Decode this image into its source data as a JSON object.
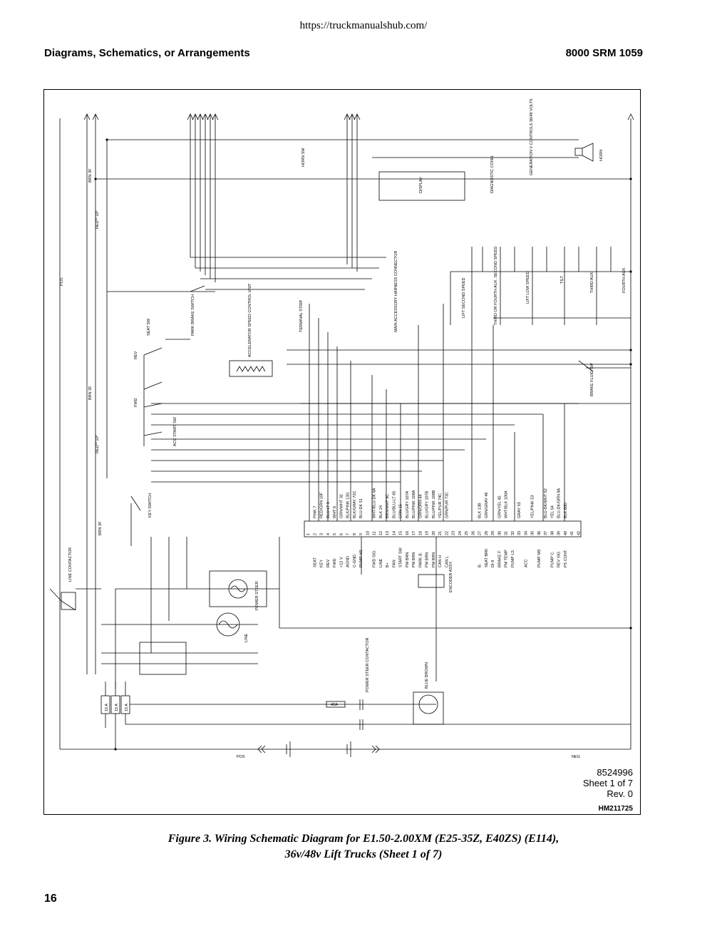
{
  "url": "https://truckmanualshub.com/",
  "header": {
    "section": "Diagrams, Schematics, or Arrangements",
    "doc": "8000 SRM 1059"
  },
  "drawing": {
    "number": "8524996",
    "sheet": "Sheet 1 of 7",
    "rev": "Rev. 0",
    "hm": "HM211725"
  },
  "labels": {
    "pos": "POS",
    "neg": "NEG",
    "brn3f": "BRN 3F",
    "red10": "RED** 10*",
    "horn_sw": "HORN SW",
    "horn": "HORN",
    "display": "DISPLAY",
    "diag_conn": "DIAGNOSTIC CONN.",
    "gen_v": "GENERATION V CONTROLS 36/48 VOLTS",
    "accel": "ACCELERATOR SPEED CONTROL UNIT",
    "terminal_strip": "TERMINAL STRIP",
    "main_acc": "MAIN ACCESSORY HARNESS CONNECTOR",
    "lift_second": "LIFT SECOND SPEED",
    "third_fourth": "THIRD OR FOURTH AUX. SECOND SPEED",
    "lift_low": "LIFT LOW SPEED",
    "tilt": "TILT",
    "third_aux": "THIRD AUX",
    "fourth_aux": "FOURTH AUX.",
    "seat_sw": "SEAT SW",
    "park_brake": "PARK BRAKE SWITCH",
    "key_switch": "KEY SWITCH",
    "brake_fluid": "BRAKE FLUID SW",
    "line_contactor": "LINE CONTACTOR",
    "power_steer": "POWER STEER",
    "line": "LINE",
    "encoder": "ENCODER ASSY.",
    "ps_contactor": "POWER STEER CONTACTOR",
    "blue_brown": "BLUE BROWN",
    "fuse": "15 A",
    "fuse40": "40A",
    "fwd": "FWD",
    "rev": "REV",
    "acc_start": "ACC START SW"
  },
  "pins": [
    {
      "n": "1",
      "wire": "",
      "func": ""
    },
    {
      "n": "2",
      "wire": "PINK 7",
      "func": "SEAT"
    },
    {
      "n": "3",
      "wire": "RED/GRN 10F",
      "func": "KEY"
    },
    {
      "n": "4",
      "wire": "BLU-LT 8",
      "func": "REV"
    },
    {
      "n": "5",
      "wire": "WHT 6",
      "func": "FWD"
    },
    {
      "n": "6",
      "wire": "GRN/WHT 32",
      "func": "+12 V"
    },
    {
      "n": "7",
      "wire": "BLK/PINK 13G",
      "func": "AGND"
    },
    {
      "n": "8",
      "wire": "BLK/GRAY 72C",
      "func": "C-GND"
    },
    {
      "n": "9",
      "wire": "BLU-DK 51",
      "func": "PUMP HS"
    },
    {
      "n": "10",
      "wire": "",
      "func": ""
    },
    {
      "n": "11",
      "wire": "WHT/BLU-DK 6A",
      "func": "FWD SIG."
    },
    {
      "n": "12",
      "wire": "BLK 24",
      "func": "LINE"
    },
    {
      "n": "13",
      "wire": "BRN/WHT 3C",
      "func": "B+"
    },
    {
      "n": "14",
      "wire": "BLU/BLU-LT 65",
      "func": "FAN"
    },
    {
      "n": "15",
      "wire": "GRN 15",
      "func": "START SW"
    },
    {
      "n": "16",
      "wire": "BLU/GRY 107A",
      "func": "PM BRN"
    },
    {
      "n": "17",
      "wire": "BLU/PINK 108A",
      "func": "PM BRN"
    },
    {
      "n": "18",
      "wire": "GRN/ORN 44",
      "func": "PARK B."
    },
    {
      "n": "19",
      "wire": "BLU/GRY 107B",
      "func": "PM BRN"
    },
    {
      "n": "20",
      "wire": "BLU/PINK 108B",
      "func": "PM BRN"
    },
    {
      "n": "21",
      "wire": "YEL/PUR 74C",
      "func": "CAN H"
    },
    {
      "n": "22",
      "wire": "GRN/PUR 73C",
      "func": "CAN L"
    },
    {
      "n": "23",
      "wire": "",
      "func": ""
    },
    {
      "n": "24",
      "wire": "",
      "func": ""
    },
    {
      "n": "25",
      "wire": "",
      "func": ""
    },
    {
      "n": "26",
      "wire": "",
      "func": ""
    },
    {
      "n": "27",
      "wire": "BLK 13B",
      "func": "B-"
    },
    {
      "n": "28",
      "wire": "GRN/GRAY 46",
      "func": "SEAT BRK"
    },
    {
      "n": "29",
      "wire": "",
      "func": "DI-9"
    },
    {
      "n": "30",
      "wire": "GRN/YEL 45",
      "func": "BRAKE F."
    },
    {
      "n": "31",
      "wire": "WHT/BLK 100A",
      "func": "PM TEMP"
    },
    {
      "n": "32",
      "wire": "",
      "func": "PUMP LS"
    },
    {
      "n": "33",
      "wire": "GRAY 53",
      "func": ""
    },
    {
      "n": "34",
      "wire": "",
      "func": "ACC"
    },
    {
      "n": "35",
      "wire": "YEL/PINK 53",
      "func": ""
    },
    {
      "n": "36",
      "wire": "",
      "func": "PUMP MS"
    },
    {
      "n": "37",
      "wire": "BLU-DK/WHT 52",
      "func": ""
    },
    {
      "n": "38",
      "wire": "YEL 54",
      "func": "PUMP C."
    },
    {
      "n": "39",
      "wire": "BLU-DK/GRN 8A",
      "func": "REV SIG"
    },
    {
      "n": "40",
      "wire": "BLK 60D",
      "func": "PS CONT."
    },
    {
      "n": "41",
      "wire": "",
      "func": ""
    },
    {
      "n": "42",
      "wire": "",
      "func": ""
    }
  ],
  "caption": {
    "line1": "Figure 3.  Wiring Schematic Diagram for E1.50-2.00XM (E25-35Z, E40ZS) (E114),",
    "line2": "36v/48v Lift Trucks (Sheet 1 of 7)"
  },
  "page_number": "16"
}
